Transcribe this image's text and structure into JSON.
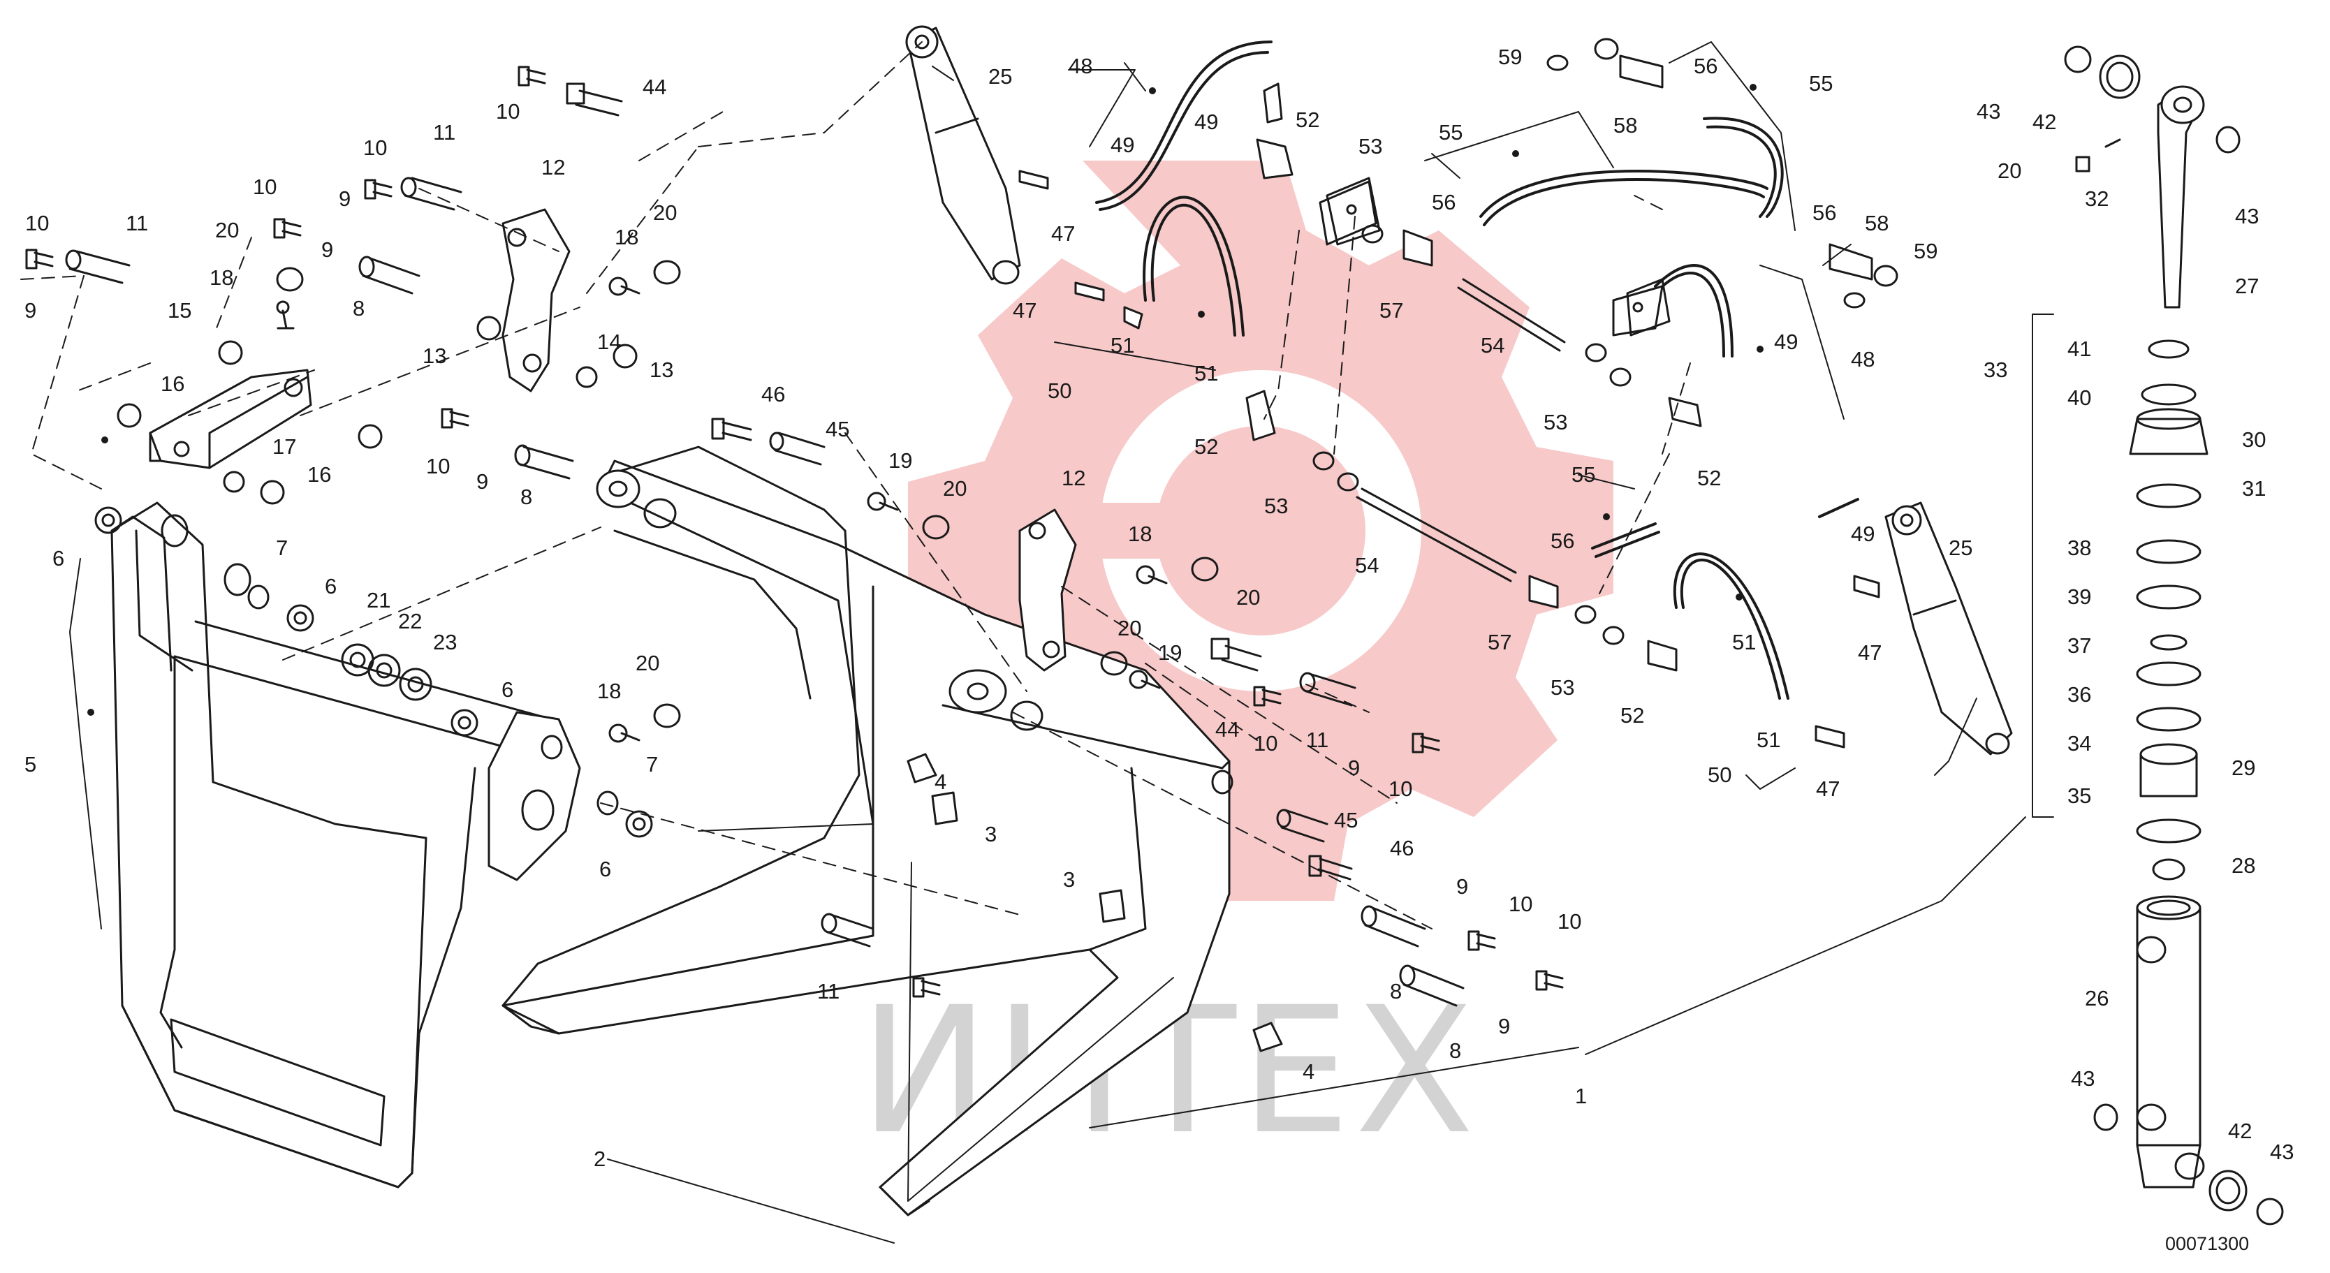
{
  "drawing_code": "00071300",
  "watermark_text": "ИНТЕХ",
  "colors": {
    "line": "#1a1a1a",
    "logo_red": "#f5b4b4",
    "watermark": "#d3d3d3"
  },
  "labels": [
    {
      "id": "l1",
      "text": "1"
    },
    {
      "id": "l2",
      "text": "2"
    },
    {
      "id": "l3a",
      "text": "3"
    },
    {
      "id": "l3b",
      "text": "3"
    },
    {
      "id": "l4a",
      "text": "4"
    },
    {
      "id": "l4b",
      "text": "4"
    },
    {
      "id": "l5",
      "text": "5"
    },
    {
      "id": "l6a",
      "text": "6"
    },
    {
      "id": "l6b",
      "text": "6"
    },
    {
      "id": "l6c",
      "text": "6"
    },
    {
      "id": "l6d",
      "text": "6"
    },
    {
      "id": "l7a",
      "text": "7"
    },
    {
      "id": "l7b",
      "text": "7"
    },
    {
      "id": "l8a",
      "text": "8"
    },
    {
      "id": "l8b",
      "text": "8"
    },
    {
      "id": "l8c",
      "text": "8"
    },
    {
      "id": "l8d",
      "text": "8"
    },
    {
      "id": "l9a",
      "text": "9"
    },
    {
      "id": "l9b",
      "text": "9"
    },
    {
      "id": "l9c",
      "text": "9"
    },
    {
      "id": "l9d",
      "text": "9"
    },
    {
      "id": "l9e",
      "text": "9"
    },
    {
      "id": "l9f",
      "text": "9"
    },
    {
      "id": "l9g",
      "text": "9"
    },
    {
      "id": "l10a",
      "text": "10"
    },
    {
      "id": "l10b",
      "text": "10"
    },
    {
      "id": "l10c",
      "text": "10"
    },
    {
      "id": "l10d",
      "text": "10"
    },
    {
      "id": "l10e",
      "text": "10"
    },
    {
      "id": "l10f",
      "text": "10"
    },
    {
      "id": "l10g",
      "text": "10"
    },
    {
      "id": "l10h",
      "text": "10"
    },
    {
      "id": "l10i",
      "text": "10"
    },
    {
      "id": "l11a",
      "text": "11"
    },
    {
      "id": "l11b",
      "text": "11"
    },
    {
      "id": "l11c",
      "text": "11"
    },
    {
      "id": "l11d",
      "text": "11"
    },
    {
      "id": "l12a",
      "text": "12"
    },
    {
      "id": "l12b",
      "text": "12"
    },
    {
      "id": "l13a",
      "text": "13"
    },
    {
      "id": "l13b",
      "text": "13"
    },
    {
      "id": "l14",
      "text": "14"
    },
    {
      "id": "l15",
      "text": "15"
    },
    {
      "id": "l16a",
      "text": "16"
    },
    {
      "id": "l16b",
      "text": "16"
    },
    {
      "id": "l17",
      "text": "17"
    },
    {
      "id": "l18a",
      "text": "18"
    },
    {
      "id": "l18b",
      "text": "18"
    },
    {
      "id": "l18c",
      "text": "18"
    },
    {
      "id": "l18d",
      "text": "18"
    },
    {
      "id": "l19a",
      "text": "19"
    },
    {
      "id": "l19b",
      "text": "19"
    },
    {
      "id": "l20a",
      "text": "20"
    },
    {
      "id": "l20b",
      "text": "20"
    },
    {
      "id": "l20c",
      "text": "20"
    },
    {
      "id": "l20d",
      "text": "20"
    },
    {
      "id": "l20e",
      "text": "20"
    },
    {
      "id": "l20f",
      "text": "20"
    },
    {
      "id": "l20g",
      "text": "20"
    },
    {
      "id": "l21",
      "text": "21"
    },
    {
      "id": "l22",
      "text": "22"
    },
    {
      "id": "l23",
      "text": "23"
    },
    {
      "id": "l25a",
      "text": "25"
    },
    {
      "id": "l25b",
      "text": "25"
    },
    {
      "id": "l26",
      "text": "26"
    },
    {
      "id": "l27",
      "text": "27"
    },
    {
      "id": "l28",
      "text": "28"
    },
    {
      "id": "l29",
      "text": "29"
    },
    {
      "id": "l30",
      "text": "30"
    },
    {
      "id": "l31",
      "text": "31"
    },
    {
      "id": "l32",
      "text": "32"
    },
    {
      "id": "l33",
      "text": "33"
    },
    {
      "id": "l34",
      "text": "34"
    },
    {
      "id": "l35",
      "text": "35"
    },
    {
      "id": "l36",
      "text": "36"
    },
    {
      "id": "l37",
      "text": "37"
    },
    {
      "id": "l38",
      "text": "38"
    },
    {
      "id": "l39",
      "text": "39"
    },
    {
      "id": "l40",
      "text": "40"
    },
    {
      "id": "l41",
      "text": "41"
    },
    {
      "id": "l42a",
      "text": "42"
    },
    {
      "id": "l42b",
      "text": "42"
    },
    {
      "id": "l43a",
      "text": "43"
    },
    {
      "id": "l43b",
      "text": "43"
    },
    {
      "id": "l43c",
      "text": "43"
    },
    {
      "id": "l43d",
      "text": "43"
    },
    {
      "id": "l44a",
      "text": "44"
    },
    {
      "id": "l44b",
      "text": "44"
    },
    {
      "id": "l45a",
      "text": "45"
    },
    {
      "id": "l45b",
      "text": "45"
    },
    {
      "id": "l46a",
      "text": "46"
    },
    {
      "id": "l46b",
      "text": "46"
    },
    {
      "id": "l47a",
      "text": "47"
    },
    {
      "id": "l47b",
      "text": "47"
    },
    {
      "id": "l47c",
      "text": "47"
    },
    {
      "id": "l47d",
      "text": "47"
    },
    {
      "id": "l48a",
      "text": "48"
    },
    {
      "id": "l48b",
      "text": "48"
    },
    {
      "id": "l49a",
      "text": "49"
    },
    {
      "id": "l49b",
      "text": "49"
    },
    {
      "id": "l49c",
      "text": "49"
    },
    {
      "id": "l49d",
      "text": "49"
    },
    {
      "id": "l50a",
      "text": "50"
    },
    {
      "id": "l50b",
      "text": "50"
    },
    {
      "id": "l51a",
      "text": "51"
    },
    {
      "id": "l51b",
      "text": "51"
    },
    {
      "id": "l51c",
      "text": "51"
    },
    {
      "id": "l51d",
      "text": "51"
    },
    {
      "id": "l52a",
      "text": "52"
    },
    {
      "id": "l52b",
      "text": "52"
    },
    {
      "id": "l52c",
      "text": "52"
    },
    {
      "id": "l52d",
      "text": "52"
    },
    {
      "id": "l53a",
      "text": "53"
    },
    {
      "id": "l53b",
      "text": "53"
    },
    {
      "id": "l53c",
      "text": "53"
    },
    {
      "id": "l53d",
      "text": "53"
    },
    {
      "id": "l54a",
      "text": "54"
    },
    {
      "id": "l54b",
      "text": "54"
    },
    {
      "id": "l55a",
      "text": "55"
    },
    {
      "id": "l55b",
      "text": "55"
    },
    {
      "id": "l55c",
      "text": "55"
    },
    {
      "id": "l56a",
      "text": "56"
    },
    {
      "id": "l56b",
      "text": "56"
    },
    {
      "id": "l56c",
      "text": "56"
    },
    {
      "id": "l56d",
      "text": "56"
    },
    {
      "id": "l57a",
      "text": "57"
    },
    {
      "id": "l57b",
      "text": "57"
    },
    {
      "id": "l58a",
      "text": "58"
    },
    {
      "id": "l58b",
      "text": "58"
    },
    {
      "id": "l59a",
      "text": "59"
    },
    {
      "id": "l59b",
      "text": "59"
    }
  ]
}
